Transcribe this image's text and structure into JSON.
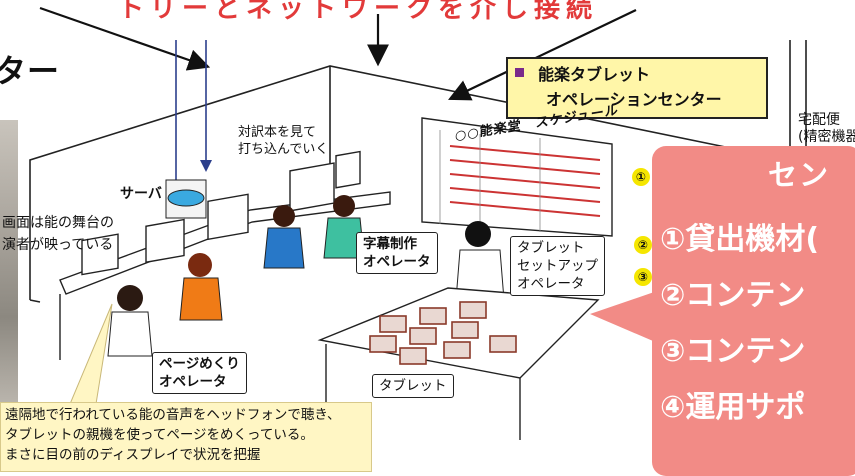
{
  "header": {
    "banner_text": "トリーとネットワークを介し接続",
    "title_fragment": "ター"
  },
  "center_box": {
    "line1": "能楽タブレット",
    "line2": "オペレーションセンター"
  },
  "labels": {
    "translation_note_line1": "対訳本を見て",
    "translation_note_line2": "打ち込んでいく",
    "server": "サーバ",
    "screen_note_line1": "画面は能の舞台の",
    "screen_note_line2": "演者が映っている",
    "schedule_board": "○○能楽堂　スケジュール",
    "delivery_line1": "宅配便",
    "delivery_line2": "(精密機器",
    "subtitle_operator_line1": "字幕制作",
    "subtitle_operator_line2": "オペレータ",
    "tablet_setup_line1": "タブレット",
    "tablet_setup_line2": "セットアップ",
    "tablet_setup_line3": "オペレータ",
    "page_turn_line1": "ページめくり",
    "page_turn_line2": "オペレータ",
    "tablet": "タブレット"
  },
  "markers": [
    "①",
    "②",
    "③"
  ],
  "callout": {
    "title": "セン",
    "items": [
      "①貸出機材(",
      "②コンテン",
      "③コンテン",
      "④運用サポ"
    ]
  },
  "bottom_note": {
    "line1": "遠隔地で行われている能の音声をヘッドフォンで聴き、",
    "line2": "タブレットの親機を使ってページをめくっている。",
    "line3": "まさに目の前のディスプレイで状況を把握"
  },
  "colors": {
    "banner_red": "#e23a3a",
    "center_box_fill": "#fff6a8",
    "callout_fill": "#f28b86",
    "marker_yellow": "#f5e600",
    "note_fill": "#fff6c4"
  }
}
